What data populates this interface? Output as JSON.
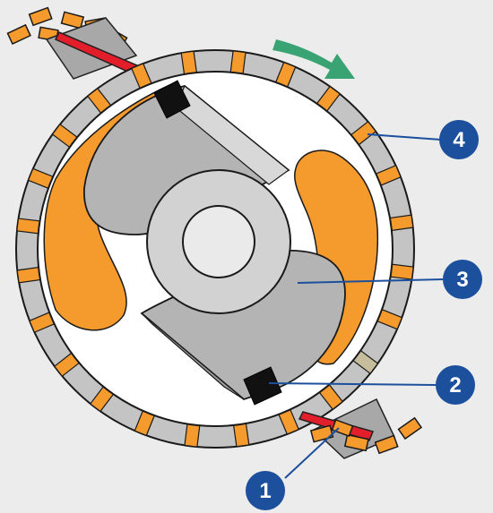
{
  "diagram": {
    "callouts": [
      {
        "id": "1",
        "label": "1"
      },
      {
        "id": "2",
        "label": "2"
      },
      {
        "id": "3",
        "label": "3"
      },
      {
        "id": "4",
        "label": "4"
      }
    ],
    "colors": {
      "background": "#ececec",
      "segment_orange": "#f59a2c",
      "flap_orange": "#f59a2c",
      "drum_gray": "#c4c4c4",
      "rotor_gray": "#b4b4b4",
      "blade_red": "#e11e2a",
      "vane_black": "#111111",
      "arrow_green": "#3aa373",
      "callout_blue": "#1c4f9c",
      "wear_segment": "#c6bd9c"
    },
    "icons": [
      "rotation-arrow-icon",
      "rotation-arrow-icon"
    ]
  }
}
